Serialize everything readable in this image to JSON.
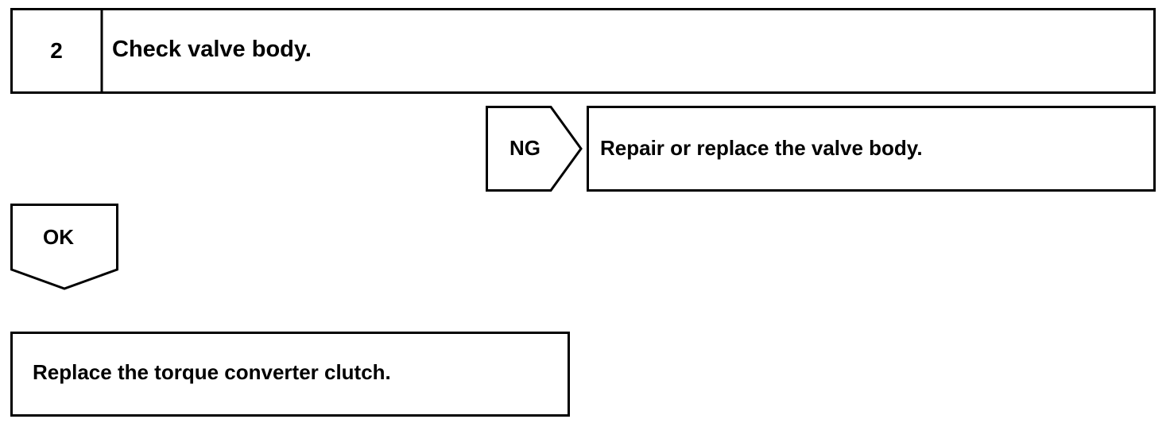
{
  "step": {
    "number": "2",
    "title": "Check valve body."
  },
  "ng_branch": {
    "label": "NG",
    "action": "Repair or replace the valve body."
  },
  "ok_branch": {
    "label": "OK",
    "action": "Replace the torque converter clutch."
  },
  "colors": {
    "stroke": "#000000",
    "background": "#ffffff"
  }
}
